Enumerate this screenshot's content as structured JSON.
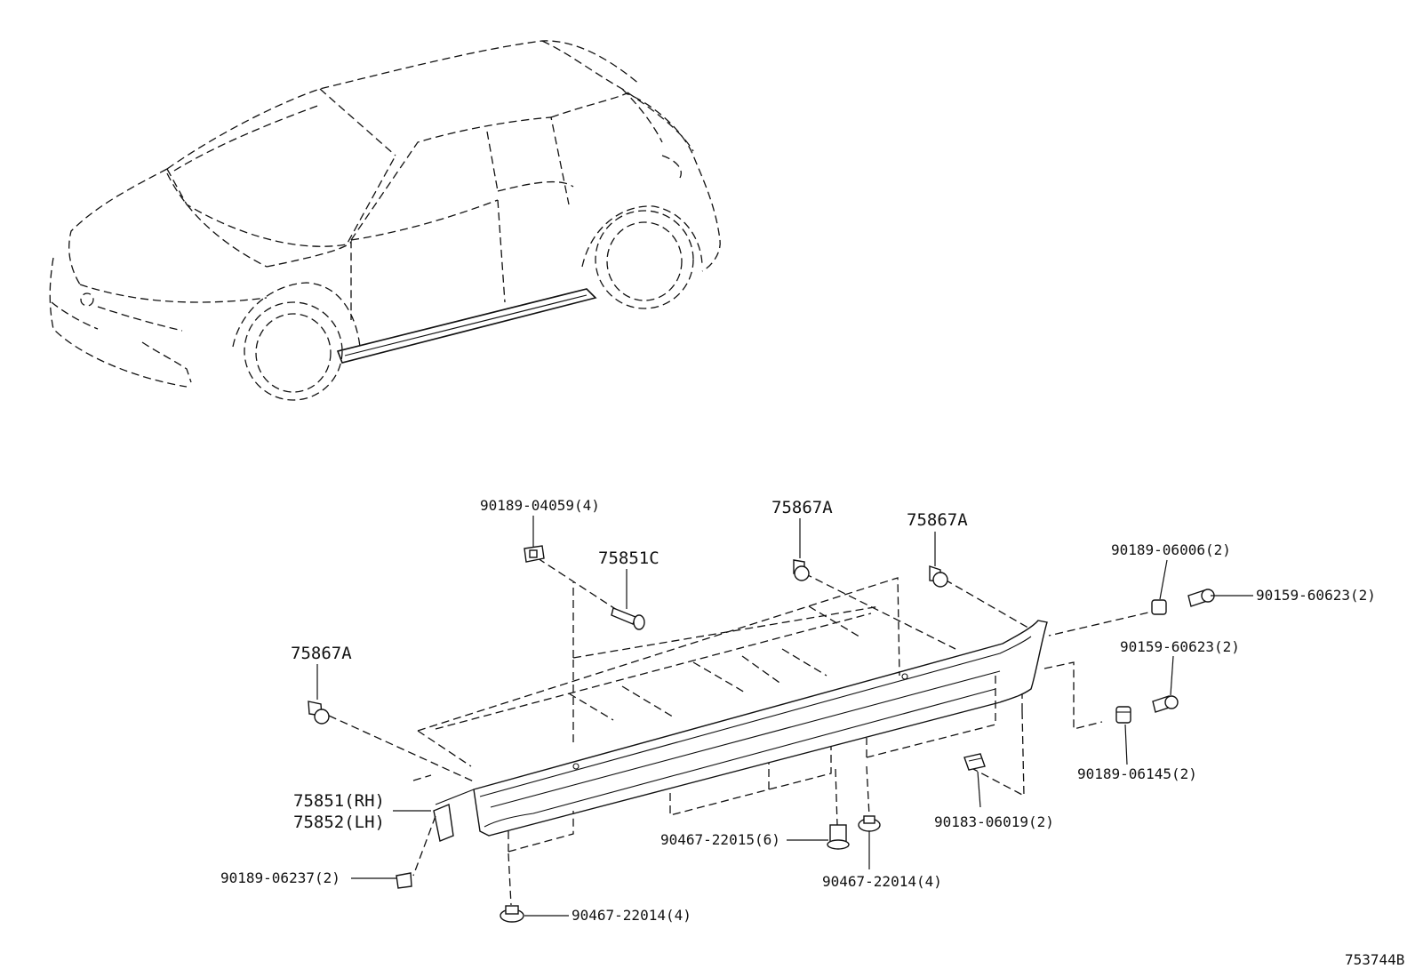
{
  "labels": {
    "clip_top": "90189-04059(4)",
    "screw_75851c": "75851C",
    "clip_mid_1": "75867A",
    "clip_mid_2": "75867A",
    "clip_left": "75867A",
    "clip_right_top": "90189-06006(2)",
    "screw_right_top": "90159-60623(2)",
    "screw_right_mid": "90159-60623(2)",
    "clip_right_low": "90189-06145(2)",
    "nut_right": "90183-06019(2)",
    "moulding_rh": "75851(RH)",
    "moulding_lh": "75852(LH)",
    "clip_front": "90189-06237(2)",
    "fastener_center": "90467-22015(6)",
    "fastener_mid": "90467-22014(4)",
    "fastener_bottom": "90467-22014(4)",
    "diagram_code": "753744B"
  }
}
